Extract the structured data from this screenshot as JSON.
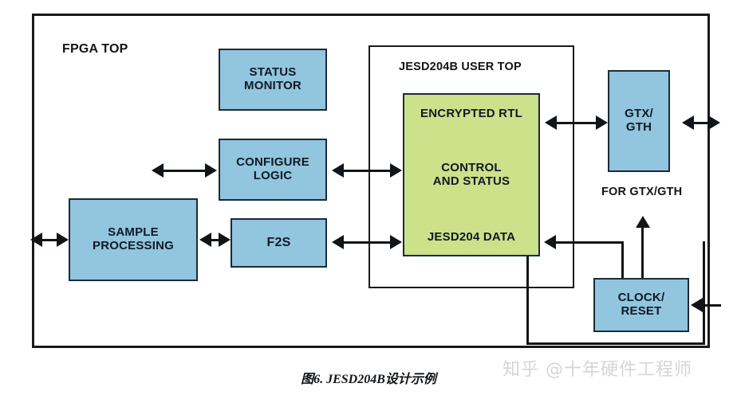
{
  "figure": {
    "caption": "图6. JESD204B设计示例",
    "watermark": "知乎 @十年硬件工程师"
  },
  "diagram": {
    "type": "block-diagram",
    "outer_container_label": "FPGA TOP",
    "inner_container_label": "JESD204B USER TOP",
    "annotation_under_gtx": "FOR GTX/GTH",
    "colors": {
      "block_blue": "#92c5de",
      "block_green": "#cde08a",
      "outline": "#1b2a3a",
      "line": "#111418",
      "background": "#ffffff",
      "caption_text": "#111418",
      "watermark_text": "#d6d6d6"
    },
    "blocks": [
      {
        "id": "status_monitor",
        "label": "STATUS\nMONITOR",
        "line1": "STATUS",
        "line2": "MONITOR",
        "fill": "blue",
        "container": "FPGA TOP"
      },
      {
        "id": "configure_logic",
        "label": "CONFIGURE\nLOGIC",
        "line1": "CONFIGURE",
        "line2": "LOGIC",
        "fill": "blue",
        "container": "FPGA TOP"
      },
      {
        "id": "f2s",
        "label": "F2S",
        "line1": "F2S",
        "line2": "",
        "fill": "blue",
        "container": "FPGA TOP"
      },
      {
        "id": "sample_processing",
        "label": "SAMPLE\nPROCESSING",
        "line1": "SAMPLE",
        "line2": "PROCESSING",
        "fill": "blue",
        "container": "FPGA TOP"
      },
      {
        "id": "gtx_gth",
        "label": "GTX/\nGTH",
        "line1": "GTX/",
        "line2": "GTH",
        "fill": "blue",
        "container": "FPGA TOP"
      },
      {
        "id": "clock_reset",
        "label": "CLOCK/\nRESET",
        "line1": "CLOCK/",
        "line2": "RESET",
        "fill": "blue",
        "container": "FPGA TOP"
      },
      {
        "id": "encrypted_rtl",
        "label": "ENCRYPTED RTL / CONTROL AND STATUS / JESD204 DATA",
        "row_top": "ENCRYPTED RTL",
        "row_mid_line1": "CONTROL",
        "row_mid_line2": "AND STATUS",
        "row_bottom": "JESD204 DATA",
        "fill": "green",
        "container": "JESD204B USER TOP"
      }
    ],
    "connections": [
      {
        "from": "external-left",
        "to": "sample_processing",
        "style": "bidirectional"
      },
      {
        "from": "sample_processing",
        "to": "f2s",
        "style": "bidirectional"
      },
      {
        "from": "external-left",
        "to": "configure_logic",
        "style": "bidirectional"
      },
      {
        "from": "configure_logic",
        "to": "encrypted_rtl",
        "style": "bidirectional"
      },
      {
        "from": "f2s",
        "to": "encrypted_rtl",
        "style": "bidirectional"
      },
      {
        "from": "encrypted_rtl",
        "to": "gtx_gth",
        "style": "bidirectional"
      },
      {
        "from": "gtx_gth",
        "to": "external-right",
        "style": "bidirectional"
      },
      {
        "from": "clock_reset",
        "to": "gtx_gth",
        "style": "arrow-up"
      },
      {
        "from": "clock_reset",
        "to": "encrypted_rtl",
        "style": "arrow-left"
      },
      {
        "from": "external-right",
        "to": "clock_reset",
        "style": "arrow-left"
      }
    ]
  }
}
